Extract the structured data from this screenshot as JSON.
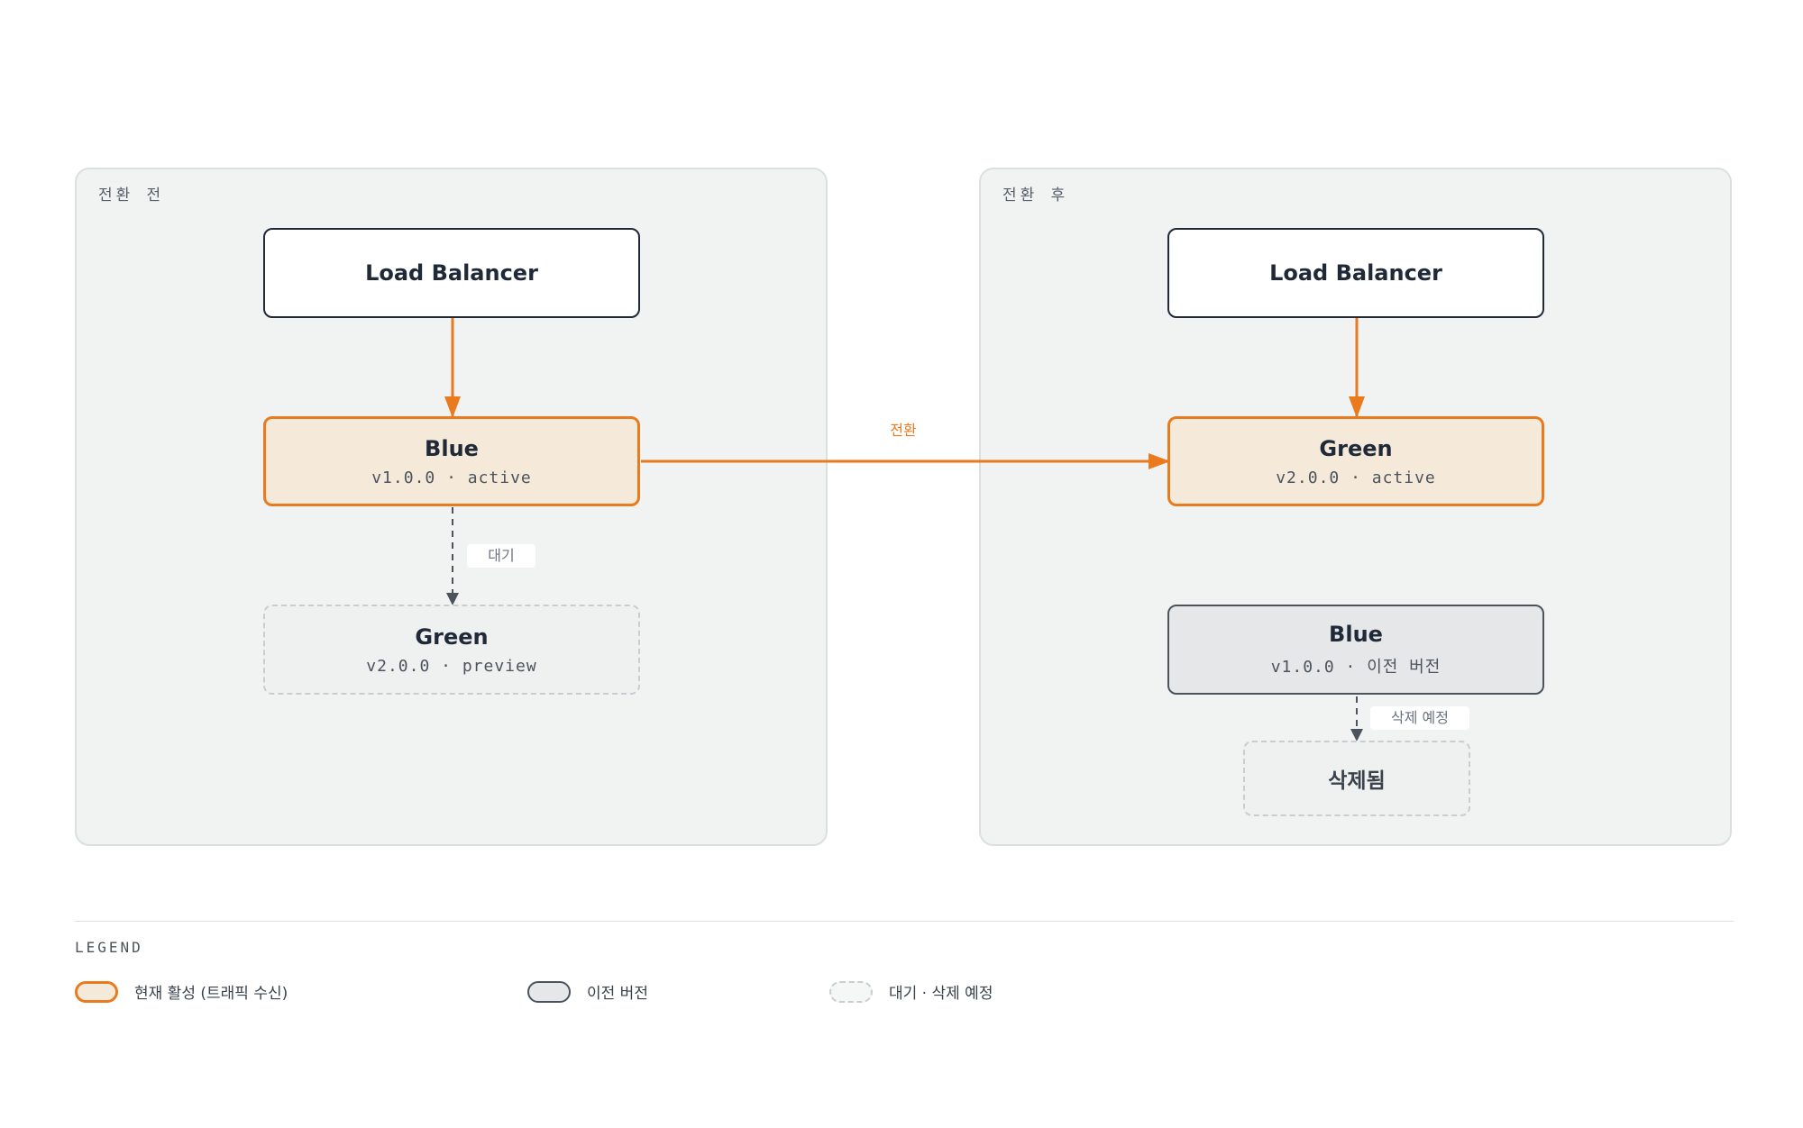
{
  "before": {
    "title": "전환 전",
    "load_balancer": "Load Balancer",
    "active": {
      "name": "Blue",
      "sub": "v1.0.0 · active"
    },
    "standby": {
      "name": "Green",
      "sub": "v2.0.0 · preview"
    },
    "edge_label": "대기"
  },
  "after": {
    "title": "전환 후",
    "load_balancer": "Load Balancer",
    "active": {
      "name": "Green",
      "sub": "v2.0.0 · active"
    },
    "previous": {
      "name": "Blue",
      "sub": "v1.0.0 · 이전 버전"
    },
    "deleted": "삭제됨",
    "edge_label": "삭제 예정"
  },
  "transition_label": "전환",
  "legend": {
    "title": "LEGEND",
    "items": [
      {
        "label": "현재 활성 (트래픽 수신)"
      },
      {
        "label": "이전 버전"
      },
      {
        "label": "대기 · 삭제 예정"
      }
    ]
  },
  "colors": {
    "accent": "#ea7a1e",
    "active_fill": "#f5e9d9",
    "panel": "#f1f3f3",
    "ink": "#1f2937"
  }
}
